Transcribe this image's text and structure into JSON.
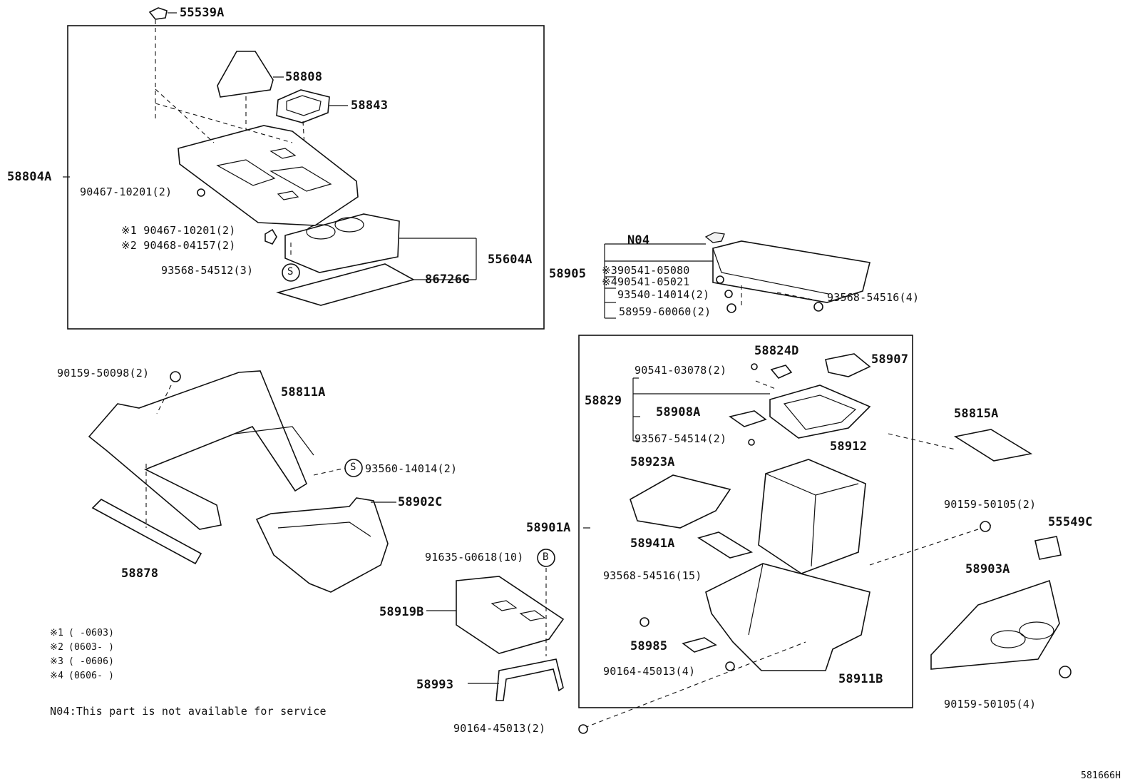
{
  "diagram_code": "581666H",
  "labels": {
    "p55539A": "55539A",
    "p58808": "58808",
    "p58843": "58843",
    "p58804A": "58804A",
    "p90467a": "90467-10201(2)",
    "p90467b": "※1 90467-10201(2)",
    "p90468": "※2 90468-04157(2)",
    "p93568a": "93568-54512(3)",
    "p55604A": "55604A",
    "p86726G": "86726G",
    "pN04": "N04",
    "p58905": "58905",
    "p90541a": "※390541-05080",
    "p90541b": "※490541-05021",
    "p93540": "93540-14014(2)",
    "p58959": "58959-60060(2)",
    "p93568b": "93568-54516(4)",
    "p90159a": "90159-50098(2)",
    "p58811A": "58811A",
    "p93560": "93560-14014(2)",
    "p58902C": "58902C",
    "p58878": "58878",
    "p58824D": "58824D",
    "p58907": "58907",
    "p90541c": "90541-03078(2)",
    "p58829": "58829",
    "p58908A": "58908A",
    "p93567": "93567-54514(2)",
    "p58815A": "58815A",
    "p58912": "58912",
    "p58923A": "58923A",
    "p90159b": "90159-50105(2)",
    "p55549C": "55549C",
    "p58901A": "58901A",
    "p58941A": "58941A",
    "p58903A": "58903A",
    "p91635": "91635-G0618(10)",
    "p93568c": "93568-54516(15)",
    "p58919B": "58919B",
    "p58985": "58985",
    "p90164a": "90164-45013(4)",
    "p58911B": "58911B",
    "p58993": "58993",
    "p90164b": "90164-45013(2)",
    "p90159c": "90159-50105(4)"
  },
  "symbols": {
    "s": "S",
    "b": "B"
  },
  "notes": [
    {
      "mark": "※1",
      "range": "(     -0603)"
    },
    {
      "mark": "※2",
      "range": "(0603-     )"
    },
    {
      "mark": "※3",
      "range": "(     -0606)"
    },
    {
      "mark": "※4",
      "range": "(0606-     )"
    }
  ],
  "footnote": "N04:This part is not available for service"
}
